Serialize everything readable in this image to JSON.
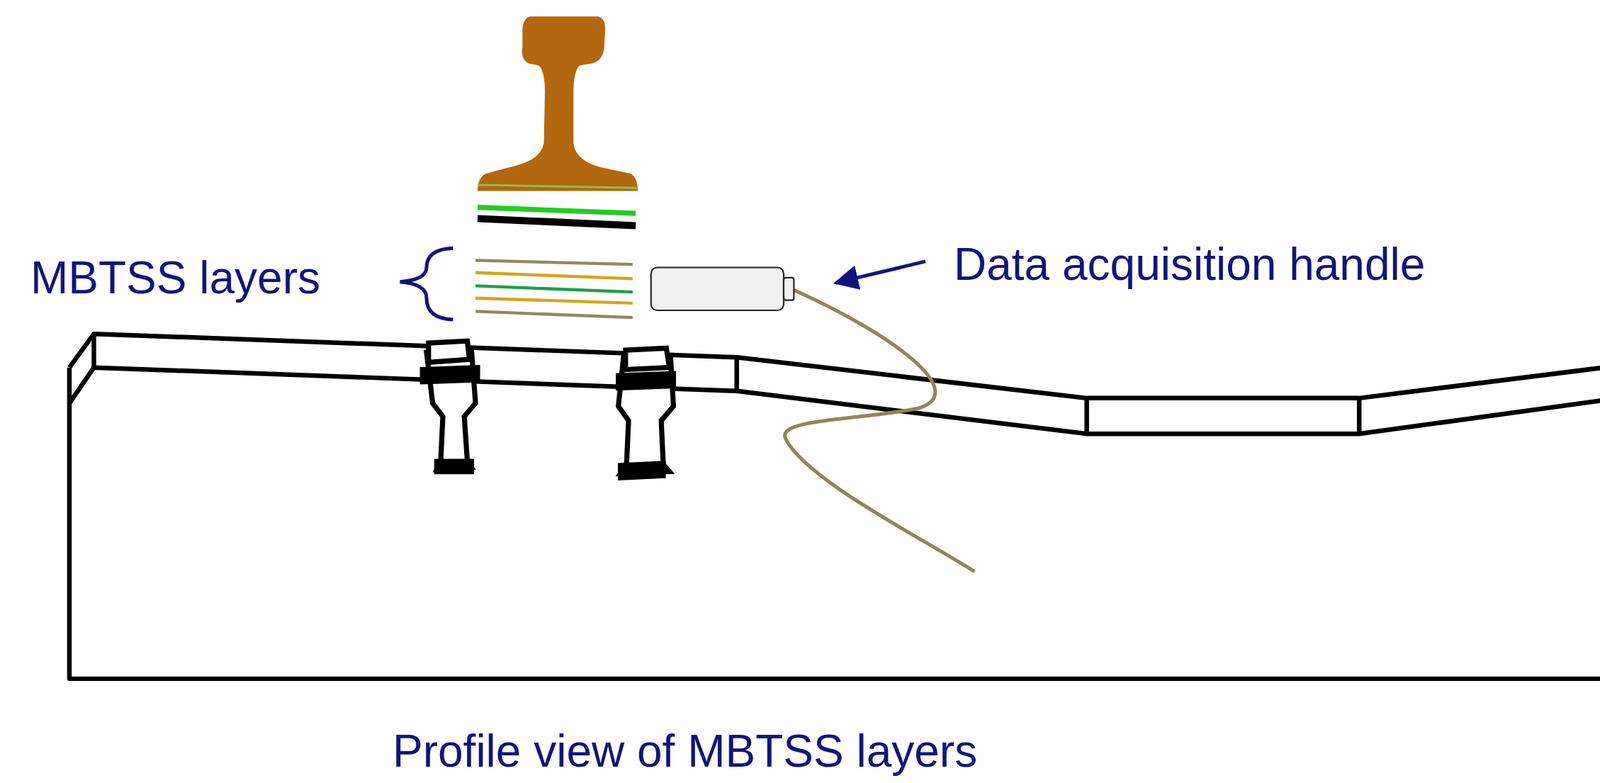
{
  "diagram": {
    "caption": "Profile view of MBTSS layers",
    "labels": [
      "MBTSS layers",
      "Data acquisition handle"
    ]
  }
}
